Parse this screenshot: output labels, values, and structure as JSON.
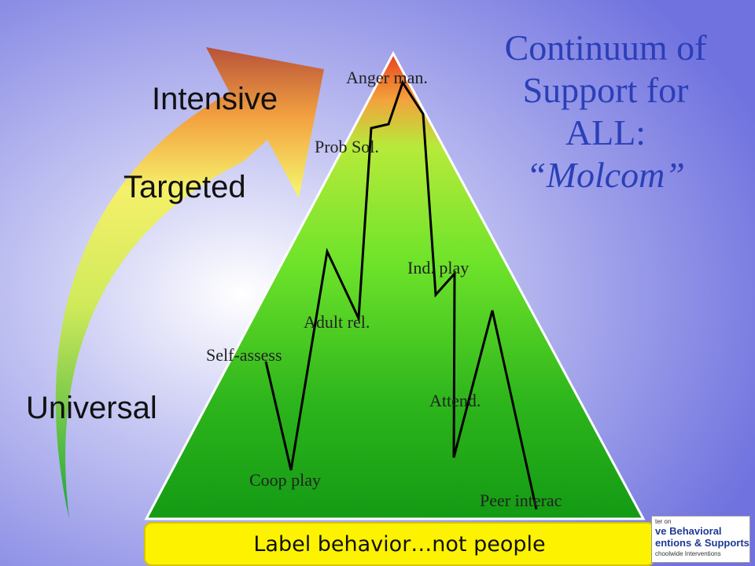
{
  "title": {
    "line1": "Continuum of",
    "line2": "Support for",
    "line3": "ALL:",
    "line4": "“Molcom”"
  },
  "tiers": {
    "intensive": "Intensive",
    "targeted": "Targeted",
    "universal": "Universal"
  },
  "behaviors": {
    "anger": "Anger  man.",
    "prob_sol": "Prob Sol.",
    "ind_play": "Ind. play",
    "adult_rel": "Adult rel.",
    "self_assess": "Self-assess",
    "attend": "Attend.",
    "coop_play": "Coop play",
    "peer_interac": "Peer interac"
  },
  "banner": "Label behavior…not people",
  "logo": {
    "line1": "ter on",
    "line2": "ve Behavioral",
    "line3": "entions & Supports",
    "line4": "choolwide Interventions"
  },
  "colors": {
    "title": "#2a3fb8",
    "banner": "#fdf300",
    "background": "#7b7fe0"
  }
}
